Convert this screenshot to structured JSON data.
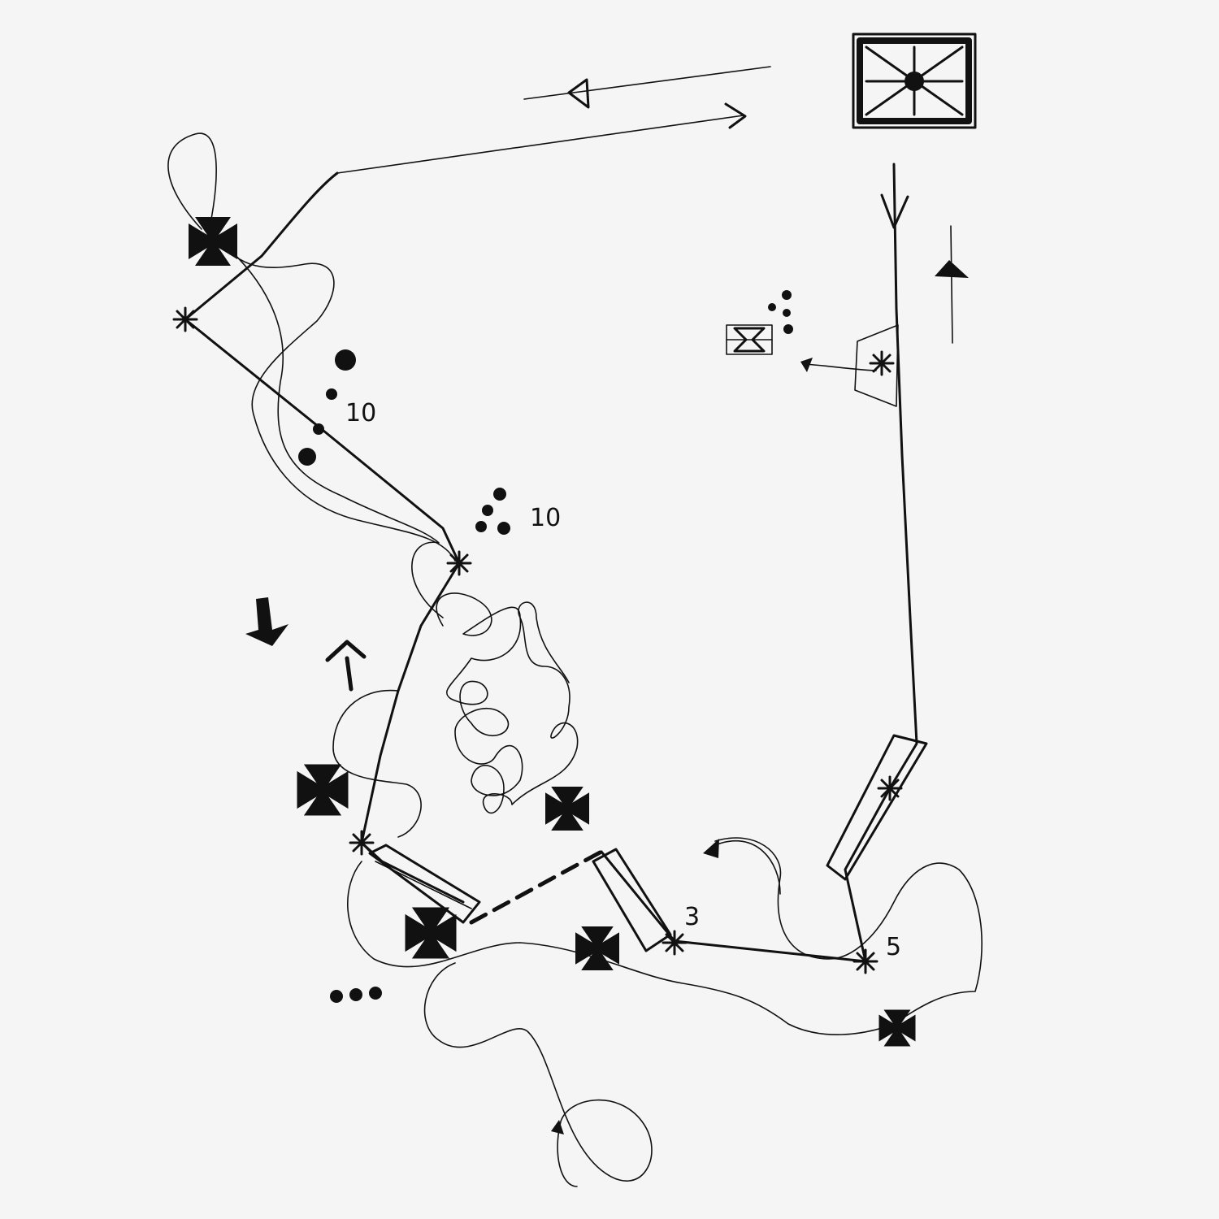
{
  "labels": {
    "count_upper_dots": "10",
    "count_middle_dots": "10",
    "vertex_three": "3",
    "vertex_five": "5"
  },
  "colors": {
    "ink": "#111111",
    "paper": "#f5f5f5"
  },
  "icons": {
    "start_box": "square-with-diagonals-icon",
    "cross": "maltese-cross-icon",
    "star": "asterisk-icon"
  }
}
